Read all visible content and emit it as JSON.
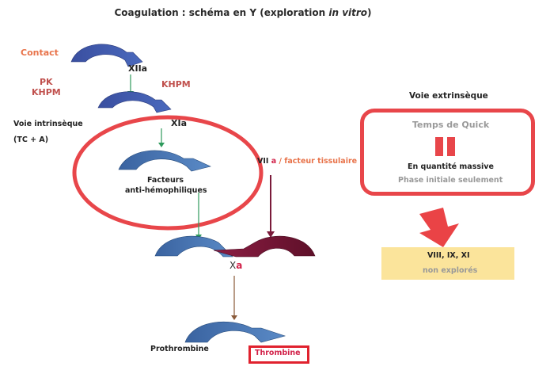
{
  "title": {
    "main": "Coagulation : schéma en Y (exploration ",
    "italic": "in vitro",
    "end": ")"
  },
  "left_labels": {
    "contact": "Contact",
    "pk": "PK",
    "khpm_left": "KHPM",
    "khpm_right": "KHPM",
    "voie_intrinseque": "Voie intrinsèque",
    "tc_a": "(TC + A)"
  },
  "nodes": {
    "xiia": "XIIa",
    "xia": "XIa",
    "facteurs_line1": "Facteurs",
    "facteurs_line2": "anti-hémophiliques",
    "xa_base": "X",
    "xa_suffix": "a",
    "prothrombine": "Prothrombine",
    "thrombine": "Thrombine"
  },
  "vii_label": {
    "base": "VII ",
    "suffix": "a / facteur tissulaire"
  },
  "extrinsic": {
    "heading": "Voie extrinsèque",
    "box_title": "Temps de Quick",
    "massive": "En quantité massive",
    "phase": "Phase initiale seulement",
    "icon": "pause-bars-icon"
  },
  "not_explored": {
    "factors": "VIII, IX, XI",
    "note": "non explorés"
  },
  "colors": {
    "blue_arc": "#3d5fa8",
    "steel_arc": "#3e6fa5",
    "maroon_arc": "#7a1a3a",
    "green_arrow": "#2e9a5c",
    "brown_arrow": "#8a5a3a",
    "red_highlight": "#e8464a",
    "orange_text": "#e8734a",
    "yellow_box": "#fbe49b"
  }
}
